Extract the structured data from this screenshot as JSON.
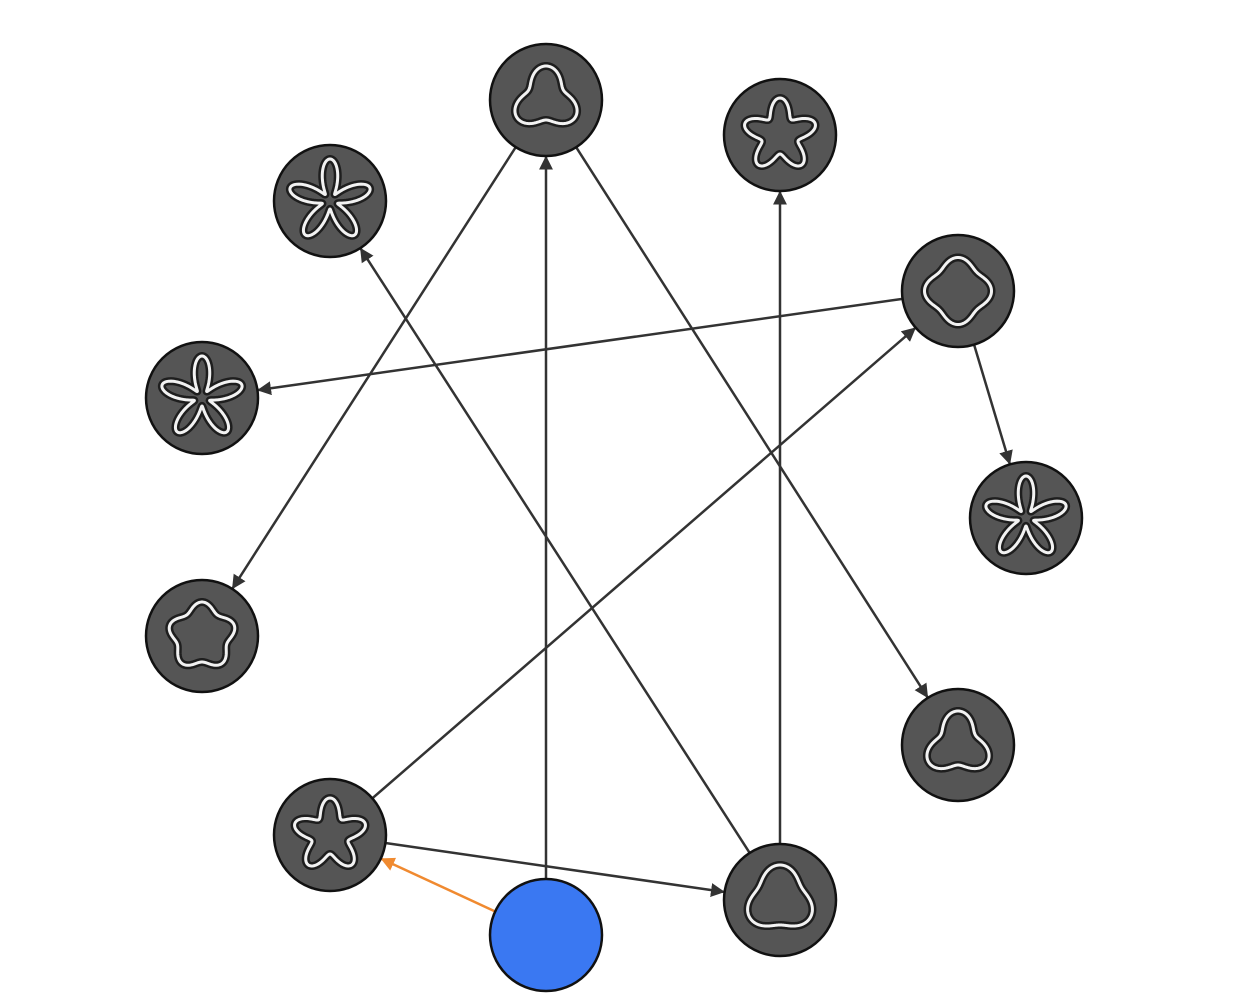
{
  "colors": {
    "background": "#ffffff",
    "node_fill": "#555555",
    "node_stroke": "#111111",
    "start_fill": "#3a78f2",
    "edge": "#333333",
    "edge_highlight": "#f08a30",
    "shape_ring_outer": "#1e1e1e",
    "shape_ring_inner": "#f2f2f2"
  },
  "nodes": [
    {
      "id": "n_top",
      "shape": "trefoil",
      "icon": "trefoil-shape-icon"
    },
    {
      "id": "n_topright",
      "shape": "star5",
      "icon": "star-shape-icon"
    },
    {
      "id": "n_right1",
      "shape": "rounded-square",
      "icon": "rounded-square-shape-icon"
    },
    {
      "id": "n_right2",
      "shape": "flower5",
      "icon": "flower-shape-icon"
    },
    {
      "id": "n_botright",
      "shape": "trefoil",
      "icon": "trefoil-shape-icon"
    },
    {
      "id": "n_bot",
      "shape": "rounded-triangle",
      "icon": "triangle-shape-icon"
    },
    {
      "id": "start",
      "shape": "start",
      "icon": "start-node-icon"
    },
    {
      "id": "n_botleft",
      "shape": "star5",
      "icon": "star-shape-icon"
    },
    {
      "id": "n_left2",
      "shape": "pentagon",
      "icon": "pentagon-shape-icon"
    },
    {
      "id": "n_left1",
      "shape": "flower5",
      "icon": "flower-shape-icon"
    },
    {
      "id": "n_topleft",
      "shape": "flower5",
      "icon": "flower-shape-icon"
    }
  ],
  "edges": [
    {
      "from": "start",
      "to": "n_botleft",
      "highlight": true
    },
    {
      "from": "start",
      "to": "n_top",
      "highlight": false
    },
    {
      "from": "n_botleft",
      "to": "n_bot",
      "highlight": false
    },
    {
      "from": "n_botleft",
      "to": "n_right1",
      "highlight": false
    },
    {
      "from": "n_bot",
      "to": "n_topleft",
      "highlight": false
    },
    {
      "from": "n_bot",
      "to": "n_topright",
      "highlight": false
    },
    {
      "from": "n_top",
      "to": "n_left2",
      "highlight": false
    },
    {
      "from": "n_top",
      "to": "n_botright",
      "highlight": false
    },
    {
      "from": "n_right1",
      "to": "n_left1",
      "highlight": false
    },
    {
      "from": "n_right1",
      "to": "n_right2",
      "highlight": false
    }
  ]
}
